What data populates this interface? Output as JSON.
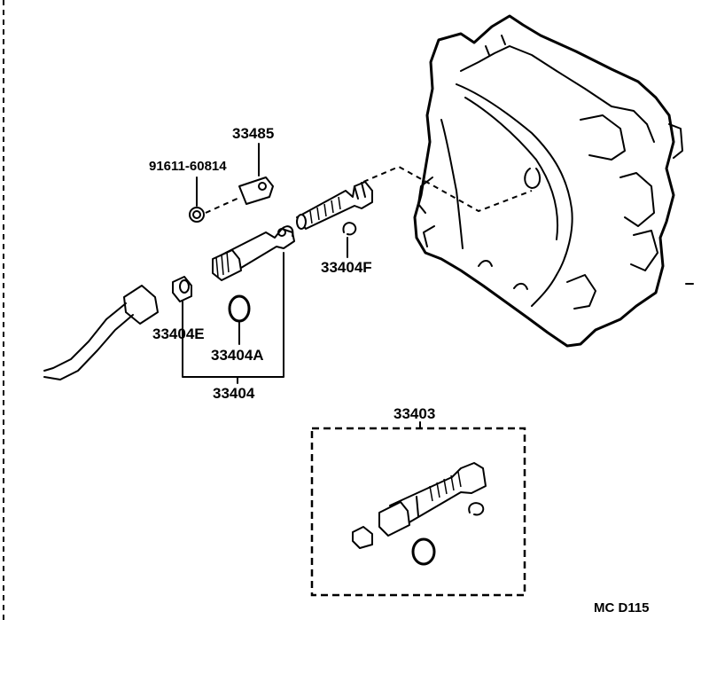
{
  "labels": {
    "part_33485": "33485",
    "part_91611": "91611-60814",
    "part_33404F": "33404F",
    "part_33404E": "33404E",
    "part_33404A": "33404A",
    "part_33404": "33404",
    "part_33403": "33403",
    "diagram_code": "MC D115"
  }
}
